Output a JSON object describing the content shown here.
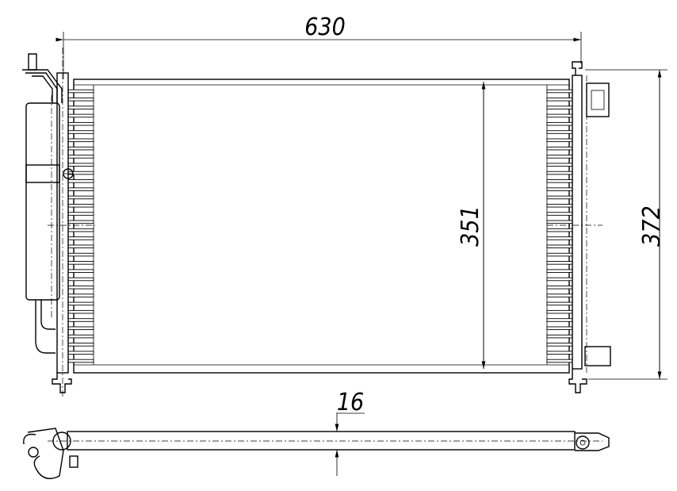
{
  "dimensions": {
    "width": "630",
    "core_height": "351",
    "total_height": "372",
    "thickness": "16"
  },
  "drawing": {
    "fin_count": 34
  }
}
